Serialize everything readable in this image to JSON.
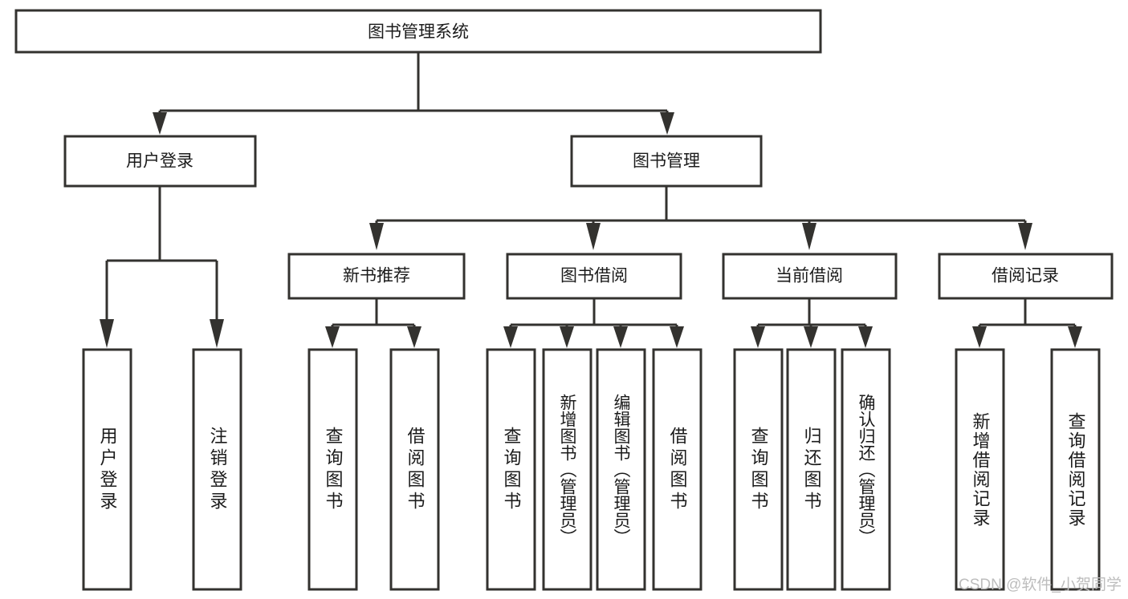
{
  "diagram": {
    "title": "图书管理系统",
    "type": "tree",
    "watermark": "CSDN @软件_小贺同学",
    "colors": {
      "stroke": "#33322f",
      "fill": "#ffffff",
      "text": "#1b1b1b",
      "watermark": "#bdbdbd",
      "background": "#ffffff"
    },
    "root": {
      "label": "图书管理系统"
    },
    "level2": [
      {
        "label": "用户登录"
      },
      {
        "label": "图书管理"
      }
    ],
    "level3": [
      {
        "label": "新书推荐"
      },
      {
        "label": "图书借阅"
      },
      {
        "label": "当前借阅"
      },
      {
        "label": "借阅记录"
      }
    ],
    "leaves": {
      "user_login": [
        {
          "label": "用户登录"
        },
        {
          "label": "注销登录"
        }
      ],
      "new_book_recommend": [
        {
          "label": "查询图书"
        },
        {
          "label": "借阅图书"
        }
      ],
      "book_borrow": [
        {
          "label": "查询图书"
        },
        {
          "label": "新增图书（管理员）"
        },
        {
          "label": "编辑图书（管理员）"
        },
        {
          "label": "借阅图书"
        }
      ],
      "current_borrow": [
        {
          "label": "查询图书"
        },
        {
          "label": "归还图书"
        },
        {
          "label": "确认归还（管理员）"
        }
      ],
      "borrow_record": [
        {
          "label": "新增借阅记录"
        },
        {
          "label": "查询借阅记录"
        }
      ]
    }
  }
}
